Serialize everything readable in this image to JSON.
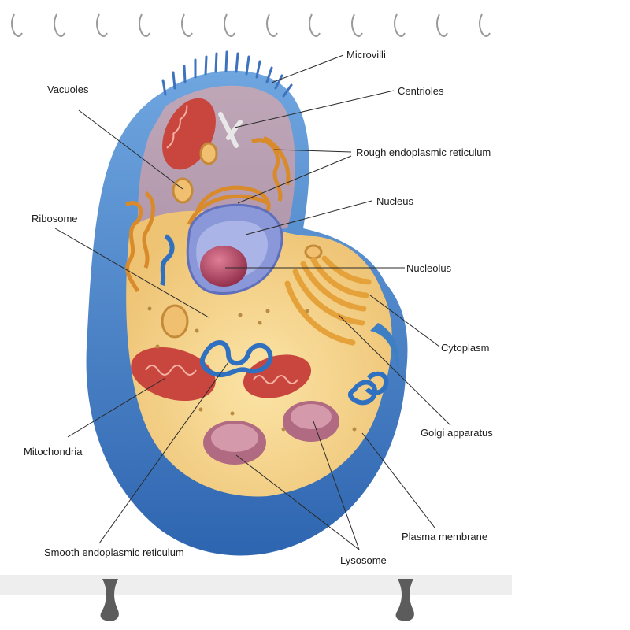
{
  "labels": {
    "microvilli": "Microvilli",
    "vacuoles": "Vacuoles",
    "centrioles": "Centrioles",
    "rough_er": "Rough endoplasmic reticulum",
    "nucleus": "Nucleus",
    "ribosome": "Ribosome",
    "nucleolus": "Nucleolus",
    "cytoplasm": "Cytoplasm",
    "golgi": "Golgi apparatus",
    "mitochondria": "Mitochondria",
    "smooth_er": "Smooth endoplasmic reticulum",
    "plasma_membrane": "Plasma membrane",
    "lysosome": "Lysosome"
  },
  "colors": {
    "membrane": "#3e7fc4",
    "cytoplasm": "#f3d488",
    "nucleus": "#7f8fd6",
    "nucleolus": "#b84a68",
    "mitochondria": "#c9463f",
    "golgi": "#e5a23a",
    "smooth_er": "#2f71c0",
    "lysosome": "#b06a82"
  }
}
